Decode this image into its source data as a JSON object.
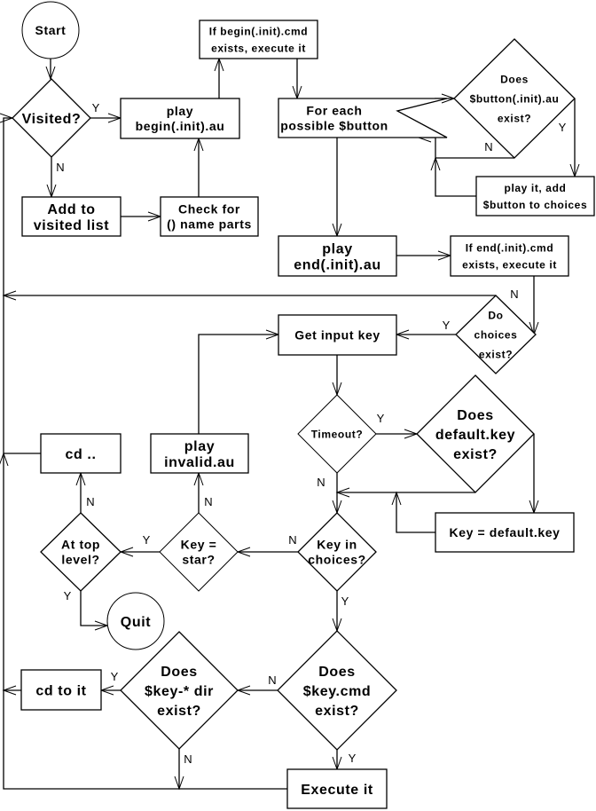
{
  "diagram": {
    "type": "flowchart",
    "nodes": {
      "start": {
        "shape": "circle",
        "lines": [
          "Start"
        ]
      },
      "visited": {
        "shape": "decision",
        "lines": [
          "Visited?"
        ]
      },
      "play_begin": {
        "shape": "process",
        "lines": [
          "play",
          "begin(.init).au"
        ]
      },
      "begin_cmd": {
        "shape": "process",
        "lines": [
          "If begin(.init).cmd",
          "exists, execute it"
        ]
      },
      "add_visited": {
        "shape": "process",
        "lines": [
          "Add to",
          "visited list"
        ]
      },
      "check_name": {
        "shape": "process",
        "lines": [
          "Check for",
          "() name parts"
        ]
      },
      "for_each": {
        "shape": "process",
        "lines": [
          "For each",
          "possible $button"
        ]
      },
      "button_exists": {
        "shape": "decision",
        "lines": [
          "Does",
          "$button(.init).au",
          "exist?"
        ]
      },
      "play_add": {
        "shape": "process",
        "lines": [
          "play it, add",
          "$button to choices"
        ]
      },
      "play_end": {
        "shape": "process",
        "lines": [
          "play",
          "end(.init).au"
        ]
      },
      "end_cmd": {
        "shape": "process",
        "lines": [
          "If end(.init).cmd",
          "exists, execute it"
        ]
      },
      "choices_exist": {
        "shape": "decision",
        "lines": [
          "Do",
          "choices",
          "exist?"
        ]
      },
      "get_key": {
        "shape": "process",
        "lines": [
          "Get input key"
        ]
      },
      "timeout": {
        "shape": "decision",
        "lines": [
          "Timeout?"
        ]
      },
      "default_exists": {
        "shape": "decision",
        "lines": [
          "Does",
          "default.key",
          "exist?"
        ]
      },
      "key_default": {
        "shape": "process",
        "lines": [
          "Key = default.key"
        ]
      },
      "key_in_choices": {
        "shape": "decision",
        "lines": [
          "Key in",
          "choices?"
        ]
      },
      "key_star": {
        "shape": "decision",
        "lines": [
          "Key =",
          "star?"
        ]
      },
      "play_invalid": {
        "shape": "process",
        "lines": [
          "play",
          "invalid.au"
        ]
      },
      "top_level": {
        "shape": "decision",
        "lines": [
          "At top",
          "level?"
        ]
      },
      "cd_up": {
        "shape": "process",
        "lines": [
          "cd .."
        ]
      },
      "quit": {
        "shape": "circle",
        "lines": [
          "Quit"
        ]
      },
      "keycmd_exists": {
        "shape": "decision",
        "lines": [
          "Does",
          "$key.cmd",
          "exist?"
        ]
      },
      "keydir_exists": {
        "shape": "decision",
        "lines": [
          "Does",
          "$key-* dir",
          "exist?"
        ]
      },
      "cd_to_it": {
        "shape": "process",
        "lines": [
          "cd to it"
        ]
      },
      "execute": {
        "shape": "process",
        "lines": [
          "Execute it"
        ]
      }
    },
    "edge_labels": {
      "visited_yes": "Y",
      "visited_no": "N",
      "button_yes": "Y",
      "button_no": "N",
      "choices_yes": "Y",
      "choices_no": "N",
      "timeout_yes": "Y",
      "timeout_no": "N",
      "inchoices_yes": "Y",
      "inchoices_no": "N",
      "star_yes": "Y",
      "star_no": "N",
      "top_yes": "Y",
      "top_no": "N",
      "keycmd_yes": "Y",
      "keycmd_no": "N",
      "keydir_yes": "Y",
      "keydir_no": "N"
    },
    "edges": [
      [
        "start",
        "visited"
      ],
      [
        "visited",
        "play_begin",
        "Y"
      ],
      [
        "visited",
        "add_visited",
        "N"
      ],
      [
        "add_visited",
        "check_name"
      ],
      [
        "check_name",
        "play_begin"
      ],
      [
        "play_begin",
        "begin_cmd"
      ],
      [
        "begin_cmd",
        "for_each"
      ],
      [
        "for_each",
        "button_exists"
      ],
      [
        "button_exists",
        "play_add",
        "Y"
      ],
      [
        "button_exists",
        "for_each",
        "N"
      ],
      [
        "play_add",
        "for_each"
      ],
      [
        "for_each",
        "play_end"
      ],
      [
        "play_end",
        "end_cmd"
      ],
      [
        "end_cmd",
        "choices_exist"
      ],
      [
        "choices_exist",
        "get_key",
        "Y"
      ],
      [
        "choices_exist",
        "visited",
        "N"
      ],
      [
        "get_key",
        "timeout"
      ],
      [
        "timeout",
        "default_exists",
        "Y"
      ],
      [
        "timeout",
        "key_in_choices",
        "N"
      ],
      [
        "default_exists",
        "key_default"
      ],
      [
        "default_exists",
        "key_in_choices"
      ],
      [
        "key_default",
        "key_in_choices"
      ],
      [
        "key_in_choices",
        "key_star",
        "N"
      ],
      [
        "key_in_choices",
        "keycmd_exists",
        "Y"
      ],
      [
        "key_star",
        "top_level",
        "Y"
      ],
      [
        "key_star",
        "play_invalid",
        "N"
      ],
      [
        "play_invalid",
        "get_key"
      ],
      [
        "top_level",
        "cd_up",
        "N"
      ],
      [
        "top_level",
        "quit",
        "Y"
      ],
      [
        "cd_up",
        "visited"
      ],
      [
        "keycmd_exists",
        "execute",
        "Y"
      ],
      [
        "keycmd_exists",
        "keydir_exists",
        "N"
      ],
      [
        "keydir_exists",
        "cd_to_it",
        "Y"
      ],
      [
        "keydir_exists",
        "visited",
        "N"
      ],
      [
        "cd_to_it",
        "visited"
      ],
      [
        "execute",
        "visited"
      ]
    ]
  }
}
